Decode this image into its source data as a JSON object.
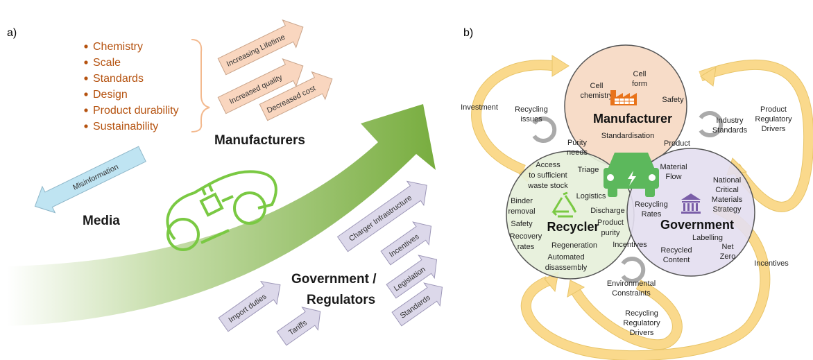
{
  "panel_a": {
    "label": "a)",
    "factors": [
      "Chemistry",
      "Scale",
      "Standards",
      "Design",
      "Product durability",
      "Sustainability"
    ],
    "upper_arrows": [
      "Increasing Lifetime",
      "Increased quality",
      "Decreased cost"
    ],
    "manufacturers": "Manufacturers",
    "media_arrow": "Misinformation",
    "media": "Media",
    "gov_line1": "Government /",
    "gov_line2": "Regulators",
    "lower_arrows": [
      "Import duties",
      "Tariffs",
      "Charger Infrastructure",
      "Incentives",
      "Legislation",
      "Standards"
    ],
    "colors": {
      "factor_text": "#b5520f",
      "upper_arrow_fill": "#f9d6bf",
      "media_arrow_fill": "#bfe4f2",
      "lower_arrow_fill": "#dcd8ea",
      "big_arrow": "#78ad3f",
      "car": "#7ac943"
    }
  },
  "panel_b": {
    "label": "b)",
    "manufacturer": {
      "title": "Manufacturer",
      "cell_chemistry_1": "Cell",
      "cell_chemistry_2": "chemistry",
      "cell_form_1": "Cell",
      "cell_form_2": "form",
      "safety": "Safety",
      "standardisation": "Standardisation"
    },
    "recycler": {
      "title": "Recycler",
      "access_1": "Access",
      "access_2": "to sufficient",
      "access_3": "waste stock",
      "binder_1": "Binder",
      "binder_2": "removal",
      "safety": "Safety",
      "recovery_1": "Recovery",
      "recovery_2": "rates",
      "logistics": "Logistics",
      "discharge": "Discharge",
      "product_purity_1": "Product",
      "product_purity_2": "purity",
      "regeneration": "Regeneration",
      "automated_1": "Automated",
      "automated_2": "disassembly",
      "purity_needs_1": "Purity",
      "purity_needs_2": "needs",
      "triage": "Triage"
    },
    "government": {
      "title": "Government",
      "material_flow_1": "Material",
      "material_flow_2": "Flow",
      "national_1": "National",
      "national_2": "Critical",
      "national_3": "Materials",
      "national_4": "Strategy",
      "recycling_rates_1": "Recycling",
      "recycling_rates_2": "Rates",
      "labelling": "Labelling",
      "recycled_content_1": "Recycled",
      "recycled_content_2": "Content",
      "net_zero_1": "Net",
      "net_zero_2": "Zero"
    },
    "flows": {
      "investment": "Investment",
      "recycling_issues_1": "Recycling",
      "recycling_issues_2": "issues",
      "industry_standards_1": "Industry",
      "industry_standards_2": "Standards",
      "product": "Product",
      "product_regulatory_1": "Product",
      "product_regulatory_2": "Regulatory",
      "product_regulatory_3": "Drivers",
      "incentives_inner": "Incentives",
      "environmental_1": "Environmental",
      "environmental_2": "Constraints",
      "incentives_outer": "Incentives",
      "recycling_regulatory_1": "Recycling",
      "recycling_regulatory_2": "Regulatory",
      "recycling_regulatory_3": "Drivers"
    },
    "colors": {
      "manufacturer_fill": "#f7dcc8",
      "recycler_fill": "#e6efd9",
      "government_fill": "#e3def0",
      "loop_arrow": "#fad98c",
      "car": "#5cb85c",
      "factory": "#e8731a",
      "recycle_symbol": "#7ac943",
      "building": "#7a5ea8"
    }
  }
}
